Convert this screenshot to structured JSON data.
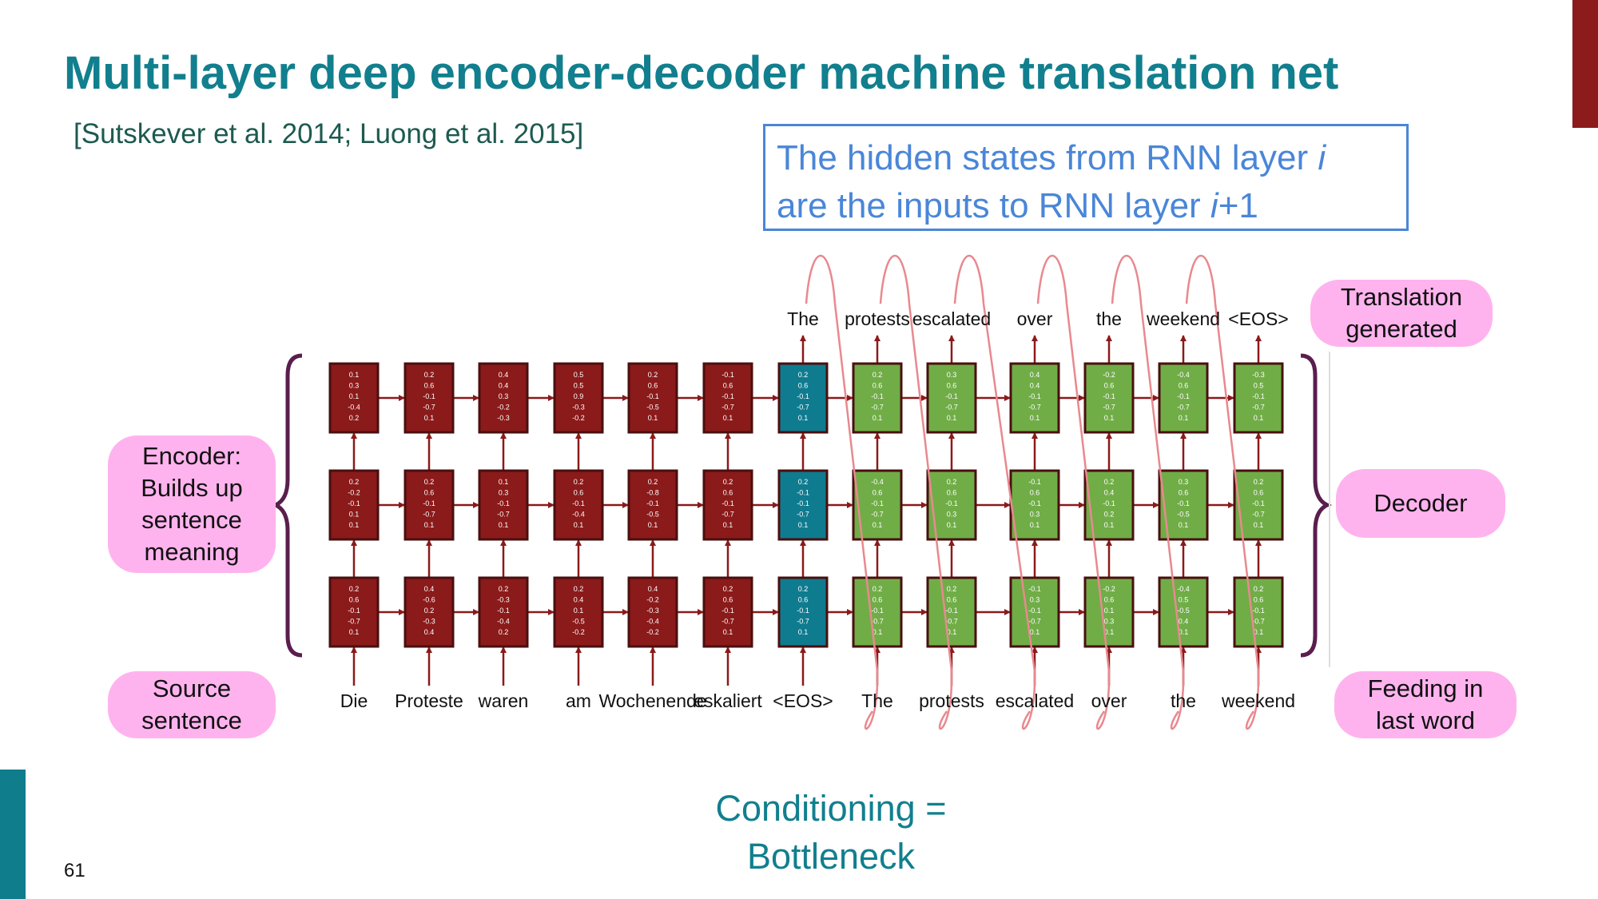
{
  "title": "Multi-layer deep encoder-decoder machine translation net",
  "citation": "[Sutskever et al. 2014; Luong et al. 2015]",
  "note": {
    "line1_pre": "The hidden states from RNN layer ",
    "line1_var": "i",
    "line2_pre": "are the inputs to RNN layer ",
    "line2_var": "i",
    "line2_post": "+1"
  },
  "labels": {
    "encoder_line1": "Encoder:",
    "encoder_line2": "Builds up",
    "encoder_line3": "sentence",
    "encoder_line4": "meaning",
    "source_line1": "Source",
    "source_line2": "sentence",
    "translation_line1": "Translation",
    "translation_line2": "generated",
    "decoder": "Decoder",
    "feeding_line1": "Feeding in",
    "feeding_line2": "last word"
  },
  "conditioning_line1": "Conditioning =",
  "conditioning_line2": "Bottleneck",
  "page_number": "61",
  "colors": {
    "encoder_cell": "#8b1a1a",
    "bottleneck_cell": "#0f7b8f",
    "decoder_cell": "#70ad47",
    "arrow": "#8b1a1a",
    "feedback_curve": "#e8898f",
    "brace": "#5a1e4e",
    "pill": "#ffb3ee",
    "title": "#117f8e"
  },
  "source_words": [
    "Die",
    "Proteste",
    "waren",
    "am",
    "Wochenende",
    "eskaliert",
    "<EOS>",
    "The",
    "protests",
    "escalated",
    "over",
    "the",
    "weekend"
  ],
  "output_words": [
    "The",
    "protests",
    "escalated",
    "over",
    "the",
    "weekend",
    "<EOS>"
  ],
  "cells": {
    "top": [
      [
        "0.1",
        "0.3",
        "0.1",
        "-0.4",
        "0.2"
      ],
      [
        "0.2",
        "0.6",
        "-0.1",
        "-0.7",
        "0.1"
      ],
      [
        "0.4",
        "0.4",
        "0.3",
        "-0.2",
        "-0.3"
      ],
      [
        "0.5",
        "0.5",
        "0.9",
        "-0.3",
        "-0.2"
      ],
      [
        "0.2",
        "0.6",
        "-0.1",
        "-0.5",
        "0.1"
      ],
      [
        "-0.1",
        "0.6",
        "-0.1",
        "-0.7",
        "0.1"
      ],
      [
        "0.2",
        "0.6",
        "-0.1",
        "-0.7",
        "0.1"
      ],
      [
        "0.2",
        "0.6",
        "-0.1",
        "-0.7",
        "0.1"
      ],
      [
        "0.3",
        "0.6",
        "-0.1",
        "-0.7",
        "0.1"
      ],
      [
        "0.4",
        "0.4",
        "-0.1",
        "-0.7",
        "0.1"
      ],
      [
        "-0.2",
        "0.6",
        "-0.1",
        "-0.7",
        "0.1"
      ],
      [
        "-0.4",
        "0.6",
        "-0.1",
        "-0.7",
        "0.1"
      ],
      [
        "-0.3",
        "0.5",
        "-0.1",
        "-0.7",
        "0.1"
      ]
    ],
    "middle": [
      [
        "0.2",
        "-0.2",
        "-0.1",
        "0.1",
        "0.1"
      ],
      [
        "0.2",
        "0.6",
        "-0.1",
        "-0.7",
        "0.1"
      ],
      [
        "0.1",
        "0.3",
        "-0.1",
        "-0.7",
        "0.1"
      ],
      [
        "0.2",
        "0.6",
        "-0.1",
        "-0.4",
        "0.1"
      ],
      [
        "0.2",
        "-0.8",
        "-0.1",
        "-0.5",
        "0.1"
      ],
      [
        "0.2",
        "0.6",
        "-0.1",
        "-0.7",
        "0.1"
      ],
      [
        "0.2",
        "-0.1",
        "-0.1",
        "-0.7",
        "0.1"
      ],
      [
        "-0.4",
        "0.6",
        "-0.1",
        "-0.7",
        "0.1"
      ],
      [
        "0.2",
        "0.6",
        "-0.1",
        "0.3",
        "0.1"
      ],
      [
        "-0.1",
        "0.6",
        "-0.1",
        "0.3",
        "0.1"
      ],
      [
        "0.2",
        "0.4",
        "-0.1",
        "0.2",
        "0.1"
      ],
      [
        "0.3",
        "0.6",
        "-0.1",
        "-0.5",
        "0.1"
      ],
      [
        "0.2",
        "0.6",
        "-0.1",
        "-0.7",
        "0.1"
      ]
    ],
    "bottom": [
      [
        "0.2",
        "0.6",
        "-0.1",
        "-0.7",
        "0.1"
      ],
      [
        "0.4",
        "-0.6",
        "0.2",
        "-0.3",
        "0.4"
      ],
      [
        "0.2",
        "-0.3",
        "-0.1",
        "-0.4",
        "0.2"
      ],
      [
        "0.2",
        "0.4",
        "0.1",
        "-0.5",
        "-0.2"
      ],
      [
        "0.4",
        "-0.2",
        "-0.3",
        "-0.4",
        "-0.2"
      ],
      [
        "0.2",
        "0.6",
        "-0.1",
        "-0.7",
        "0.1"
      ],
      [
        "0.2",
        "0.6",
        "-0.1",
        "-0.7",
        "0.1"
      ],
      [
        "0.2",
        "0.6",
        "-0.1",
        "-0.7",
        "0.1"
      ],
      [
        "0.2",
        "0.6",
        "-0.1",
        "-0.7",
        "0.1"
      ],
      [
        "-0.1",
        "0.3",
        "-0.1",
        "-0.7",
        "0.1"
      ],
      [
        "-0.2",
        "0.6",
        "0.1",
        "0.3",
        "0.1"
      ],
      [
        "-0.4",
        "0.5",
        "-0.5",
        "0.4",
        "0.1"
      ],
      [
        "0.2",
        "0.6",
        "-0.1",
        "-0.7",
        "0.1"
      ]
    ]
  }
}
